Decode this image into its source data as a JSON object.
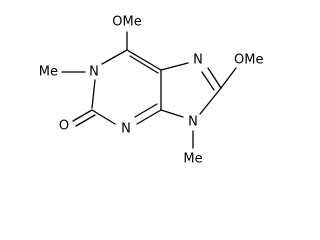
{
  "molecule": {
    "atoms": {
      "o_methoxy_6": "OMe",
      "n_1": "N",
      "me_1": "Me",
      "n_7": "N",
      "o_methoxy_8": "OMe",
      "o_carbonyl_2": "O",
      "n_3": "N",
      "n_9": "N",
      "me_9": "Me"
    }
  }
}
